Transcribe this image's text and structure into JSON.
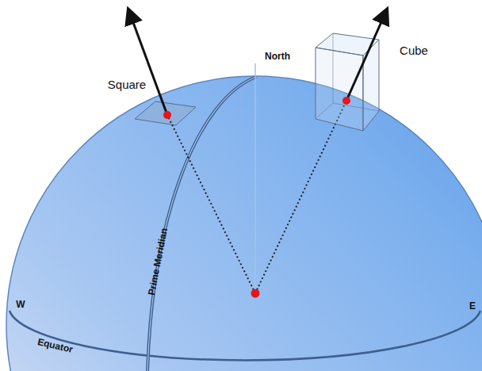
{
  "diagram": {
    "labels": [
      "North",
      "Square",
      "Cube",
      "Prime Meridian",
      "W",
      "E",
      "Equator"
    ]
  }
}
